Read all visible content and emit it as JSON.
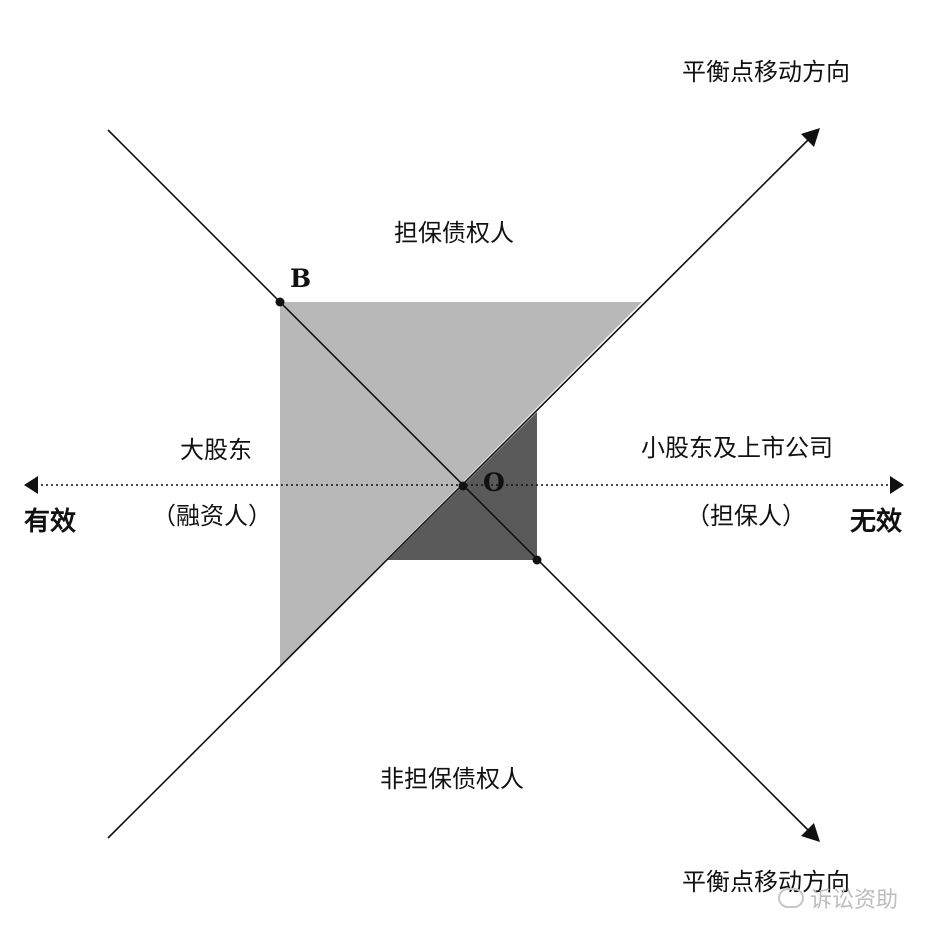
{
  "labels": {
    "arrow_top": "平衡点移动方向",
    "arrow_bottom": "平衡点移动方向",
    "region_top": "担保债权人",
    "region_bottom": "非担保债权人",
    "left_party": "大股东",
    "left_role": "（融资人）",
    "right_party": "小股东及上市公司",
    "right_role": "（担保人）",
    "axis_left": "有效",
    "axis_right": "无效",
    "point_b": "B",
    "point_o": "O"
  },
  "colors": {
    "light_region": "#b8b8b8",
    "dark_region": "#5a5a5a",
    "line": "#111111"
  },
  "watermark": "诉讼资助"
}
